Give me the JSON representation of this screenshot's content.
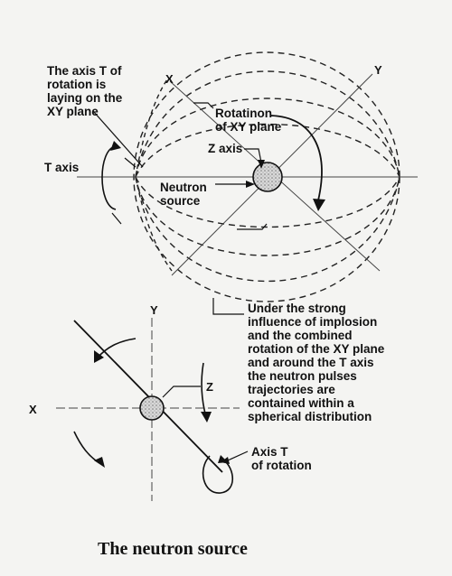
{
  "labels": {
    "axis_t_note": "The axis T of\nrotation is\nlaying on the\nXY plane",
    "rotation_xy": "Rotatinon\nof XY plane",
    "z_axis": "Z axis",
    "t_axis": "T axis",
    "neutron_source": "Neutron\nsource",
    "x_top": "X",
    "y_top": "Y",
    "y_bottom": "Y",
    "x_bottom": "X",
    "z_bottom": "Z",
    "implosion_note": "Under the strong\ninfluence of implosion\nand the combined\nrotation of the XY plane\nand around the T axis\nthe neutron pulses\ntrajectories are\ncontained within a\nspherical distribution",
    "axis_t_rotation": "Axis T\nof rotation"
  },
  "caption": "The neutron source"
}
